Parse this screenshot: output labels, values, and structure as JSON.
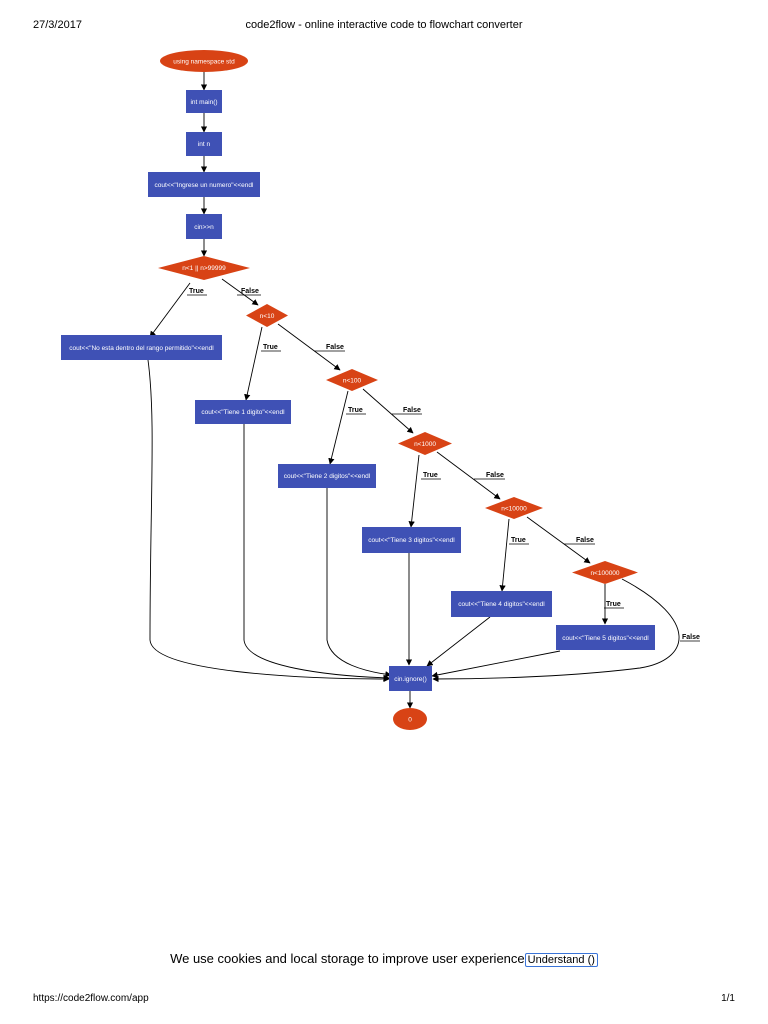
{
  "header": {
    "date": "27/3/2017",
    "title": "code2flow - online interactive code to flowchart converter"
  },
  "footer": {
    "url": "https://code2flow.com/app",
    "page": "1/1"
  },
  "cookie": {
    "text": "We use cookies and local storage to improve user experience",
    "button": "Understand ()"
  },
  "colors": {
    "process": "#3f51b5",
    "decision": "#d84315",
    "start": "#d84315"
  },
  "nodes": [
    {
      "id": "start",
      "type": "ellipse",
      "text": "using namespace std"
    },
    {
      "id": "main",
      "type": "box",
      "text": "int main()"
    },
    {
      "id": "decl",
      "type": "box",
      "text": "int n"
    },
    {
      "id": "prompt",
      "type": "box",
      "text": "cout<<\"Ingrese un numero\"<<endl"
    },
    {
      "id": "cin",
      "type": "box",
      "text": "cin>>n"
    },
    {
      "id": "d0",
      "type": "diamond",
      "text": "n<1 || n>99999"
    },
    {
      "id": "out0",
      "type": "box",
      "text": "cout<<\"No esta dentro del rango permitido\"<<endl"
    },
    {
      "id": "d1",
      "type": "diamond",
      "text": "n<10"
    },
    {
      "id": "out1",
      "type": "box",
      "text": "cout<<\"Tiene 1 digito\"<<endl"
    },
    {
      "id": "d2",
      "type": "diamond",
      "text": "n<100"
    },
    {
      "id": "out2",
      "type": "box",
      "text": "cout<<\"Tiene 2 digitos\"<<endl"
    },
    {
      "id": "d3",
      "type": "diamond",
      "text": "n<1000"
    },
    {
      "id": "out3",
      "type": "box",
      "text": "cout<<\"Tiene 3 digitos\"<<endl"
    },
    {
      "id": "d4",
      "type": "diamond",
      "text": "n<10000"
    },
    {
      "id": "out4",
      "type": "box",
      "text": "cout<<\"Tiene 4 digitos\"<<endl"
    },
    {
      "id": "d5",
      "type": "diamond",
      "text": "n<100000"
    },
    {
      "id": "out5",
      "type": "box",
      "text": "cout<<\"Tiene 5 digitos\"<<endl"
    },
    {
      "id": "ignore",
      "type": "box",
      "text": "cin.ignore()"
    },
    {
      "id": "end",
      "type": "ellipse",
      "text": "0"
    }
  ],
  "edge_labels": {
    "true": "True",
    "false": "False"
  }
}
